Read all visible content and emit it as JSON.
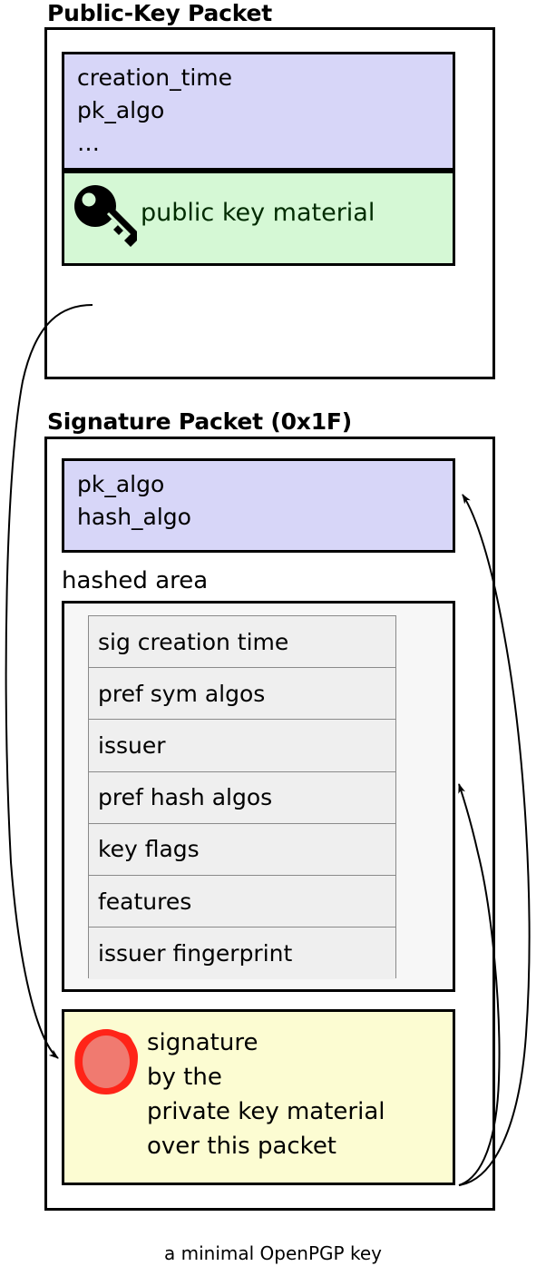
{
  "diagram": {
    "caption": "a minimal OpenPGP key",
    "colors": {
      "header_fill": "#d7d6f8",
      "key_material_fill": "#d5f8d5",
      "signature_fill": "#fcfcd2",
      "hashed_area_fill": "#f7f7f7",
      "subpacket_fill": "#efefef",
      "seal_ring": "#ff2418",
      "seal_center": "#f07a70",
      "stroke": "#000000",
      "key_material_text": "#002b00"
    }
  },
  "public_key_packet": {
    "title": "Public-Key Packet",
    "header_fields": "creation_time\npk_algo\n…",
    "header_field_list": [
      "creation_time",
      "pk_algo",
      "…"
    ],
    "key_material_label": "public key material",
    "key_icon": "key-icon"
  },
  "signature_packet": {
    "title": "Signature Packet (0x1F)",
    "header_fields": "pk_algo\nhash_algo",
    "header_field_list": [
      "pk_algo",
      "hash_algo"
    ],
    "hashed_area_label": "hashed area",
    "subpackets": [
      "sig creation time",
      "pref sym algos",
      "issuer",
      "pref hash algos",
      "key flags",
      "features",
      "issuer fingerprint"
    ],
    "signature_text": "signature\nby the\nprivate key material\nover this packet",
    "signature_text_lines": [
      "signature",
      "by the",
      "private key material",
      "over this packet"
    ],
    "seal_icon": "wax-seal-icon"
  },
  "arrows": [
    {
      "name": "arrow-public-key-to-signature",
      "from": "public-key-packet",
      "to": "signature-block"
    },
    {
      "name": "arrow-signature-to-sig-header",
      "from": "signature-block",
      "to": "signature-header-block"
    },
    {
      "name": "arrow-signature-to-hashed-area",
      "from": "signature-block",
      "to": "hashed-area-box"
    }
  ]
}
